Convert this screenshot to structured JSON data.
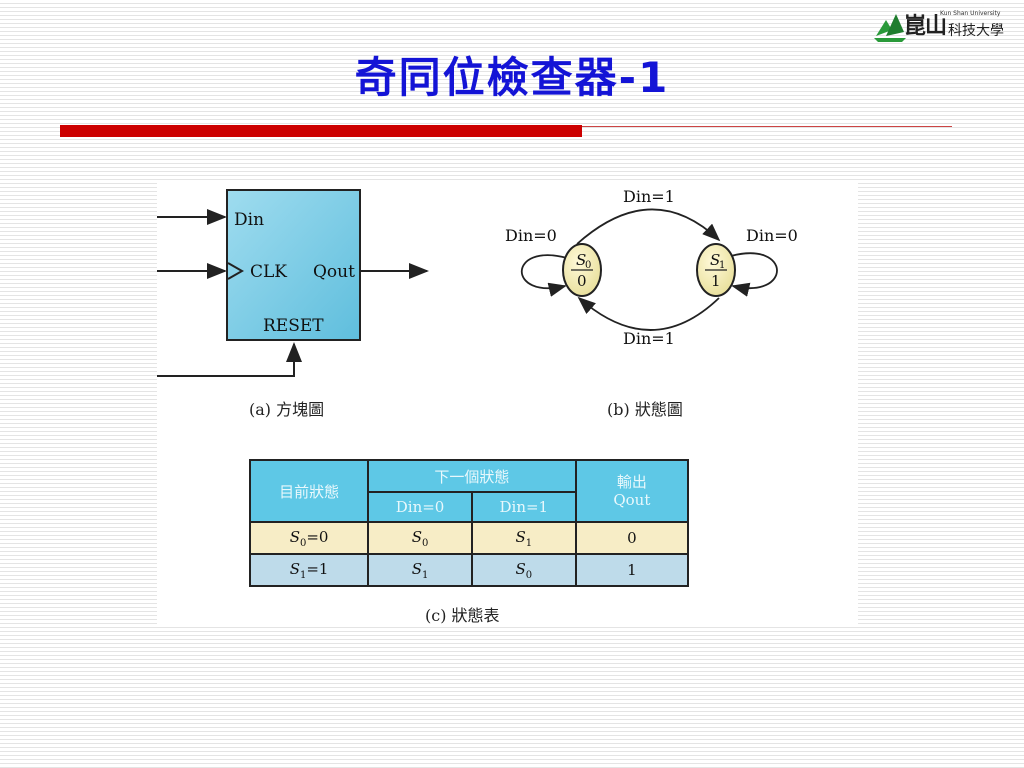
{
  "logo": {
    "tagline": "Kun Shan University",
    "name_main": "崑山",
    "name_sub": "科技大學"
  },
  "title": "奇同位檢查器-1",
  "block_diagram": {
    "inputs": [
      "Din",
      "CLK"
    ],
    "output": "Qout",
    "reset": "RESET",
    "caption": "(a) 方塊圖"
  },
  "state_diagram": {
    "states": [
      {
        "name": "S",
        "sub": "0",
        "output": "0"
      },
      {
        "name": "S",
        "sub": "1",
        "output": "1"
      }
    ],
    "edges": {
      "top": "Din=1",
      "bottom": "Din=1",
      "self_left": "Din=0",
      "self_right": "Din=0"
    },
    "caption": "(b) 狀態圖"
  },
  "state_table": {
    "headers": {
      "current": "目前狀態",
      "next": "下一個狀態",
      "din0": "Din=0",
      "din1": "Din=1",
      "output": "輸出",
      "output_sub": "Qout"
    },
    "rows": [
      {
        "cur": "S",
        "cur_sub": "0",
        "cur_val": "=0",
        "n0": "S",
        "n0_sub": "0",
        "n1": "S",
        "n1_sub": "1",
        "out": "0"
      },
      {
        "cur": "S",
        "cur_sub": "1",
        "cur_val": "=1",
        "n0": "S",
        "n0_sub": "1",
        "n1": "S",
        "n1_sub": "0",
        "out": "1"
      }
    ],
    "caption": "(c) 狀態表"
  },
  "colors": {
    "title": "#1414d6",
    "accent_bar": "#cc0000",
    "block_fill": "#7fcde6",
    "state_fill": "#f5eeb4",
    "table_header": "#5ec8e6",
    "row0": "#f7edc6",
    "row1": "#bedbea"
  }
}
